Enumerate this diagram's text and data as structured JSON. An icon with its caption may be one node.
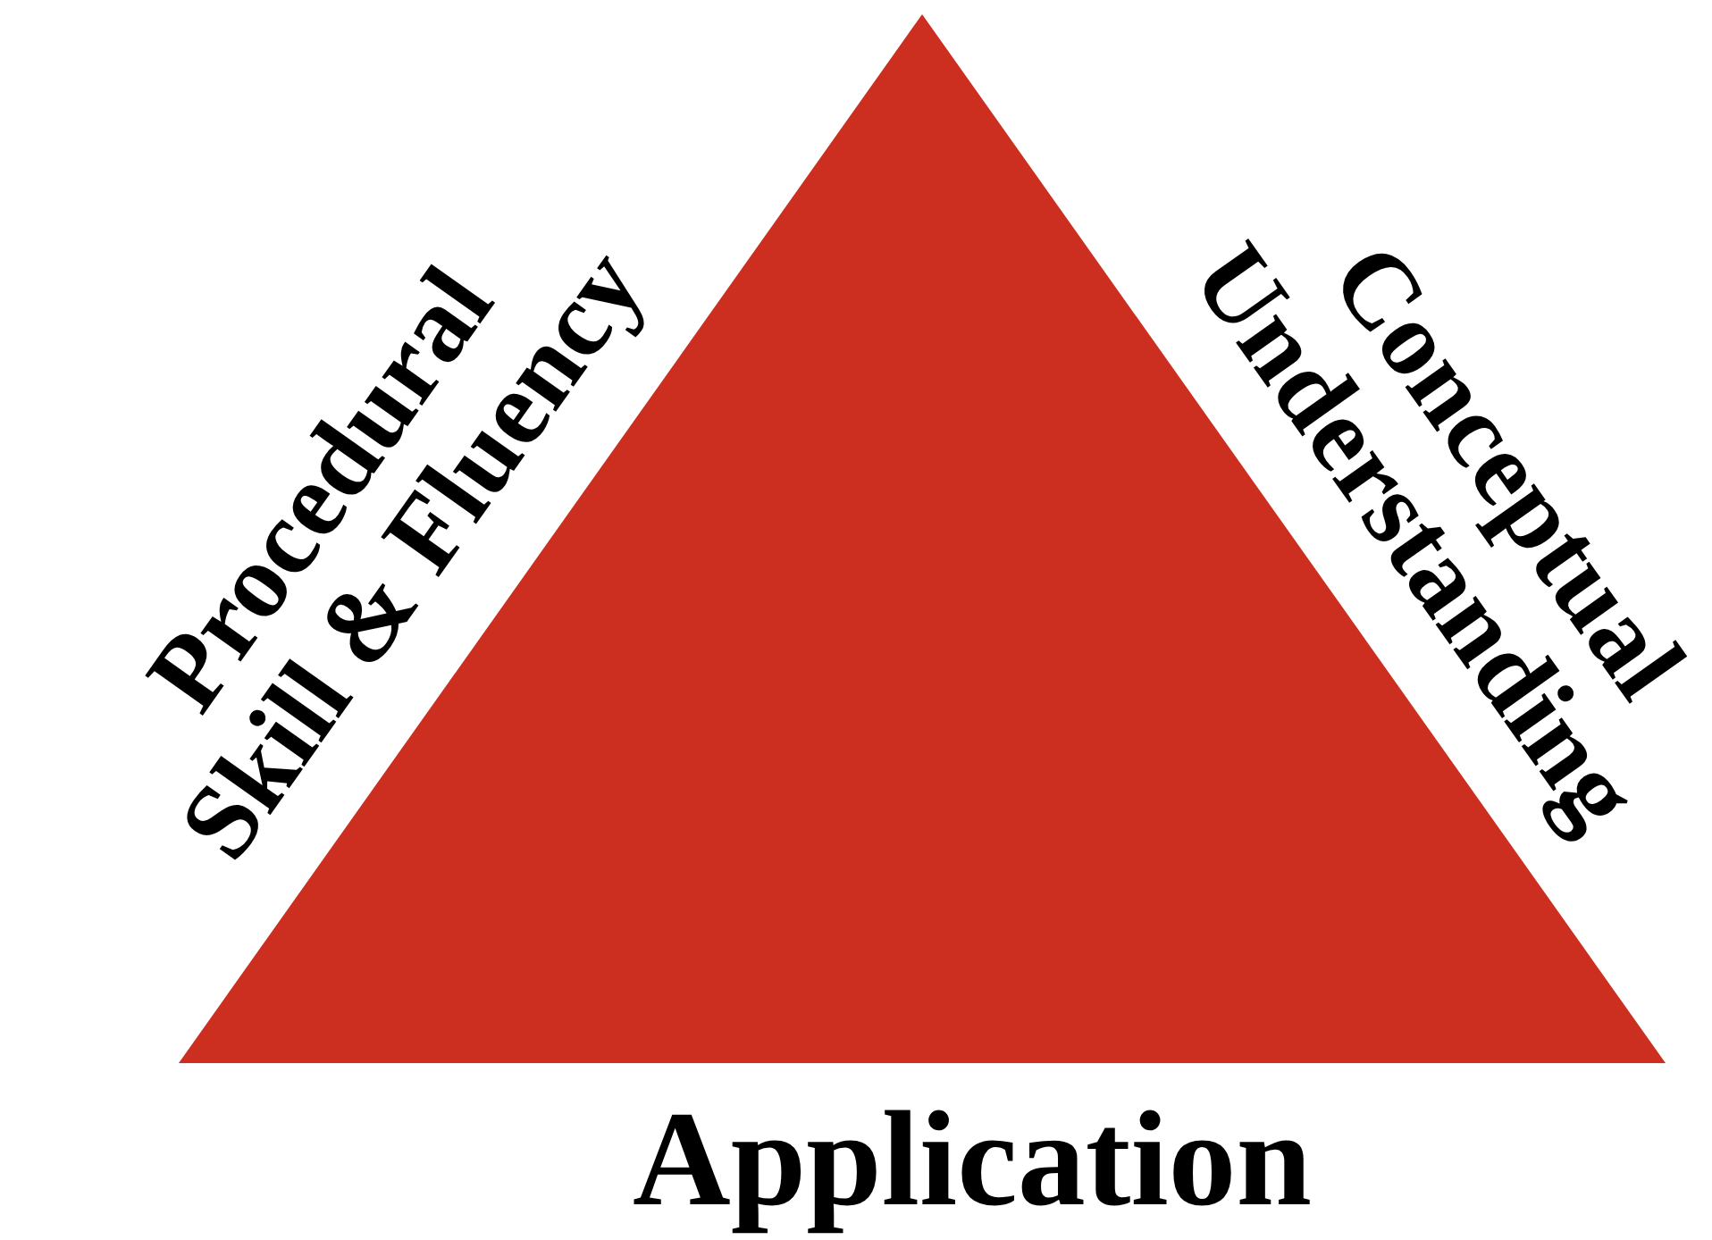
{
  "diagram": {
    "nodes": [
      {
        "text": [],
        "shape": "triangle",
        "beside": [
          "Procedural Skill & Fluency",
          "Conceptual Understanding",
          "Application"
        ]
      }
    ]
  }
}
